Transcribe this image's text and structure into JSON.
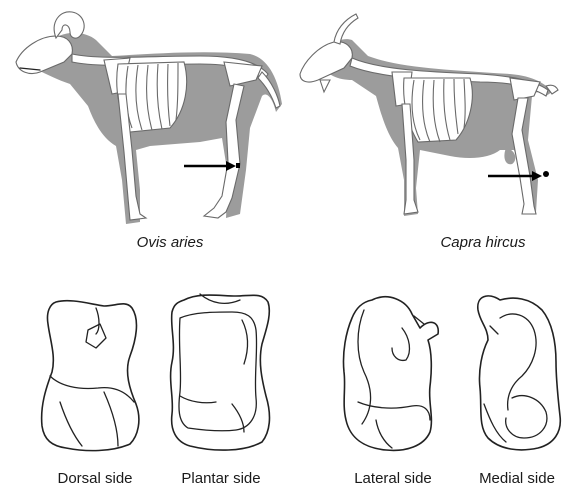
{
  "species": {
    "left": "Ovis aries",
    "right": "Capra hircus"
  },
  "views": {
    "dorsal": "Dorsal side",
    "plantar": "Plantar side",
    "lateral": "Lateral side",
    "medial": "Medial side"
  },
  "colors": {
    "body_silhouette": "#9c9c9c",
    "bone": "#ffffff",
    "outline": "#222222",
    "arrow": "#000000"
  }
}
